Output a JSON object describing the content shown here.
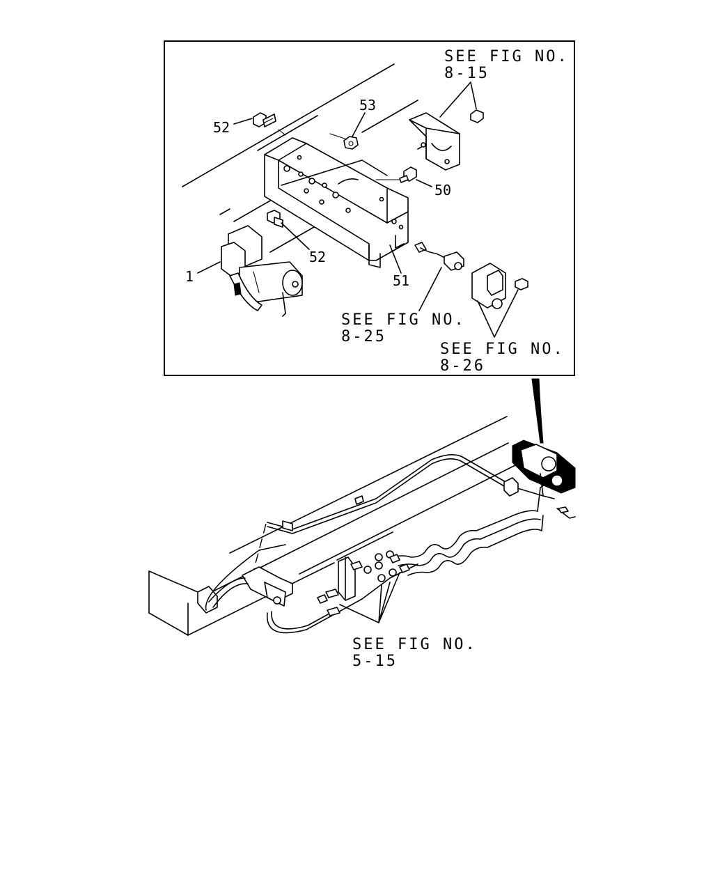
{
  "inset": {
    "references": [
      {
        "id": "ref-8-15",
        "line1": "SEE FIG NO.",
        "line2": "8-15"
      },
      {
        "id": "ref-8-25",
        "line1": "SEE FIG NO.",
        "line2": "8-25"
      },
      {
        "id": "ref-8-26",
        "line1": "SEE FIG NO.",
        "line2": "8-26"
      }
    ],
    "parts": {
      "p52a": "52",
      "p53": "53",
      "p50": "50",
      "p52b": "52",
      "p1": "1",
      "p51": "51"
    }
  },
  "main": {
    "reference": {
      "line1": "SEE FIG NO.",
      "line2": "5-15"
    }
  }
}
